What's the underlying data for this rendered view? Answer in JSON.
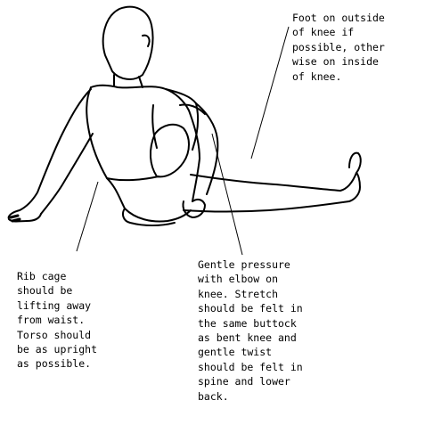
{
  "annotations": {
    "foot": "Foot on outside\nof knee if\npossible, other\nwise on inside\nof knee.",
    "rib_cage": "Rib cage\nshould be\nlifting away\nfrom waist.\nTorso should\nbe as upright\nas possible.",
    "elbow": "Gentle pressure\nwith elbow on\nknee. Stretch\nshould be felt in\nthe same buttock\nas bent knee and\ngentle twist\nshould be felt in\nspine and lower\nback."
  },
  "colors": {
    "ink": "#000000",
    "background": "#ffffff"
  }
}
